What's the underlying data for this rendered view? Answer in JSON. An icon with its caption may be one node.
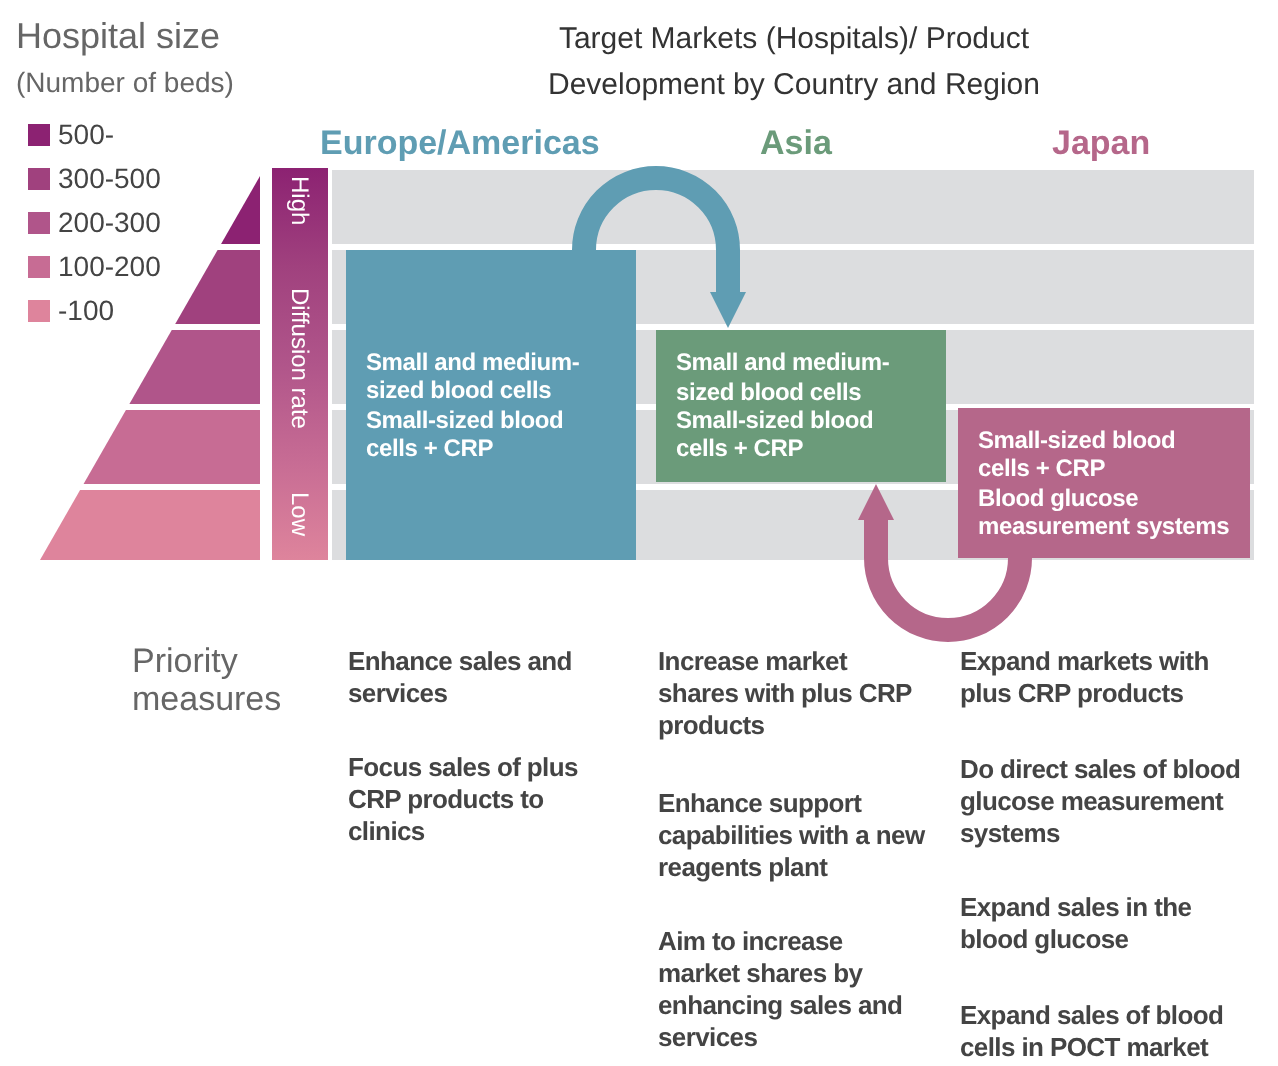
{
  "diagram": {
    "title": "Target Markets (Hospitals)/ Product Development by Country and Region",
    "nodes": [
      {
        "text": [
          "Small and medium-sized blood cells",
          "Small-sized blood cells + CRP"
        ]
      },
      {
        "text": [
          "Small and medium-sized blood cells",
          "Small-sized blood cells + CRP"
        ]
      },
      {
        "text": [
          "Small-sized blood cells + CRP",
          "Blood glucose measurement systems"
        ]
      }
    ],
    "edges": [
      {
        "from": 0,
        "to": 1,
        "arrow": "to",
        "color": "#5f9db3"
      },
      {
        "from": 2,
        "to": 1,
        "arrow": "to",
        "color": "#b5678a"
      }
    ],
    "labels": [
      "Hospital size",
      "(Number of beds)",
      "Europe/Americas",
      "Asia",
      "Japan",
      "High",
      "Diffusion rate",
      "Low",
      "Priority measures",
      "Enhance sales and services",
      "Focus sales of plus CRP products to clinics",
      "Increase market shares with plus CRP products",
      "Enhance support capabilities with a new reagents plant",
      "Aim to increase market shares by enhancing sales and services",
      "Expand markets with plus CRP products",
      "Do direct sales of blood glucose measurement systems",
      "Expand sales in the blood glucose",
      "Expand sales of blood cells in POCT market"
    ],
    "legend": [
      {
        "text": "500-",
        "color": "#8c2272"
      },
      {
        "text": "300-500",
        "color": "#a0417e"
      },
      {
        "text": "200-300",
        "color": "#b0558a"
      },
      {
        "text": "100-200",
        "color": "#c76c94"
      },
      {
        "text": "-100",
        "color": "#de849c"
      }
    ]
  }
}
